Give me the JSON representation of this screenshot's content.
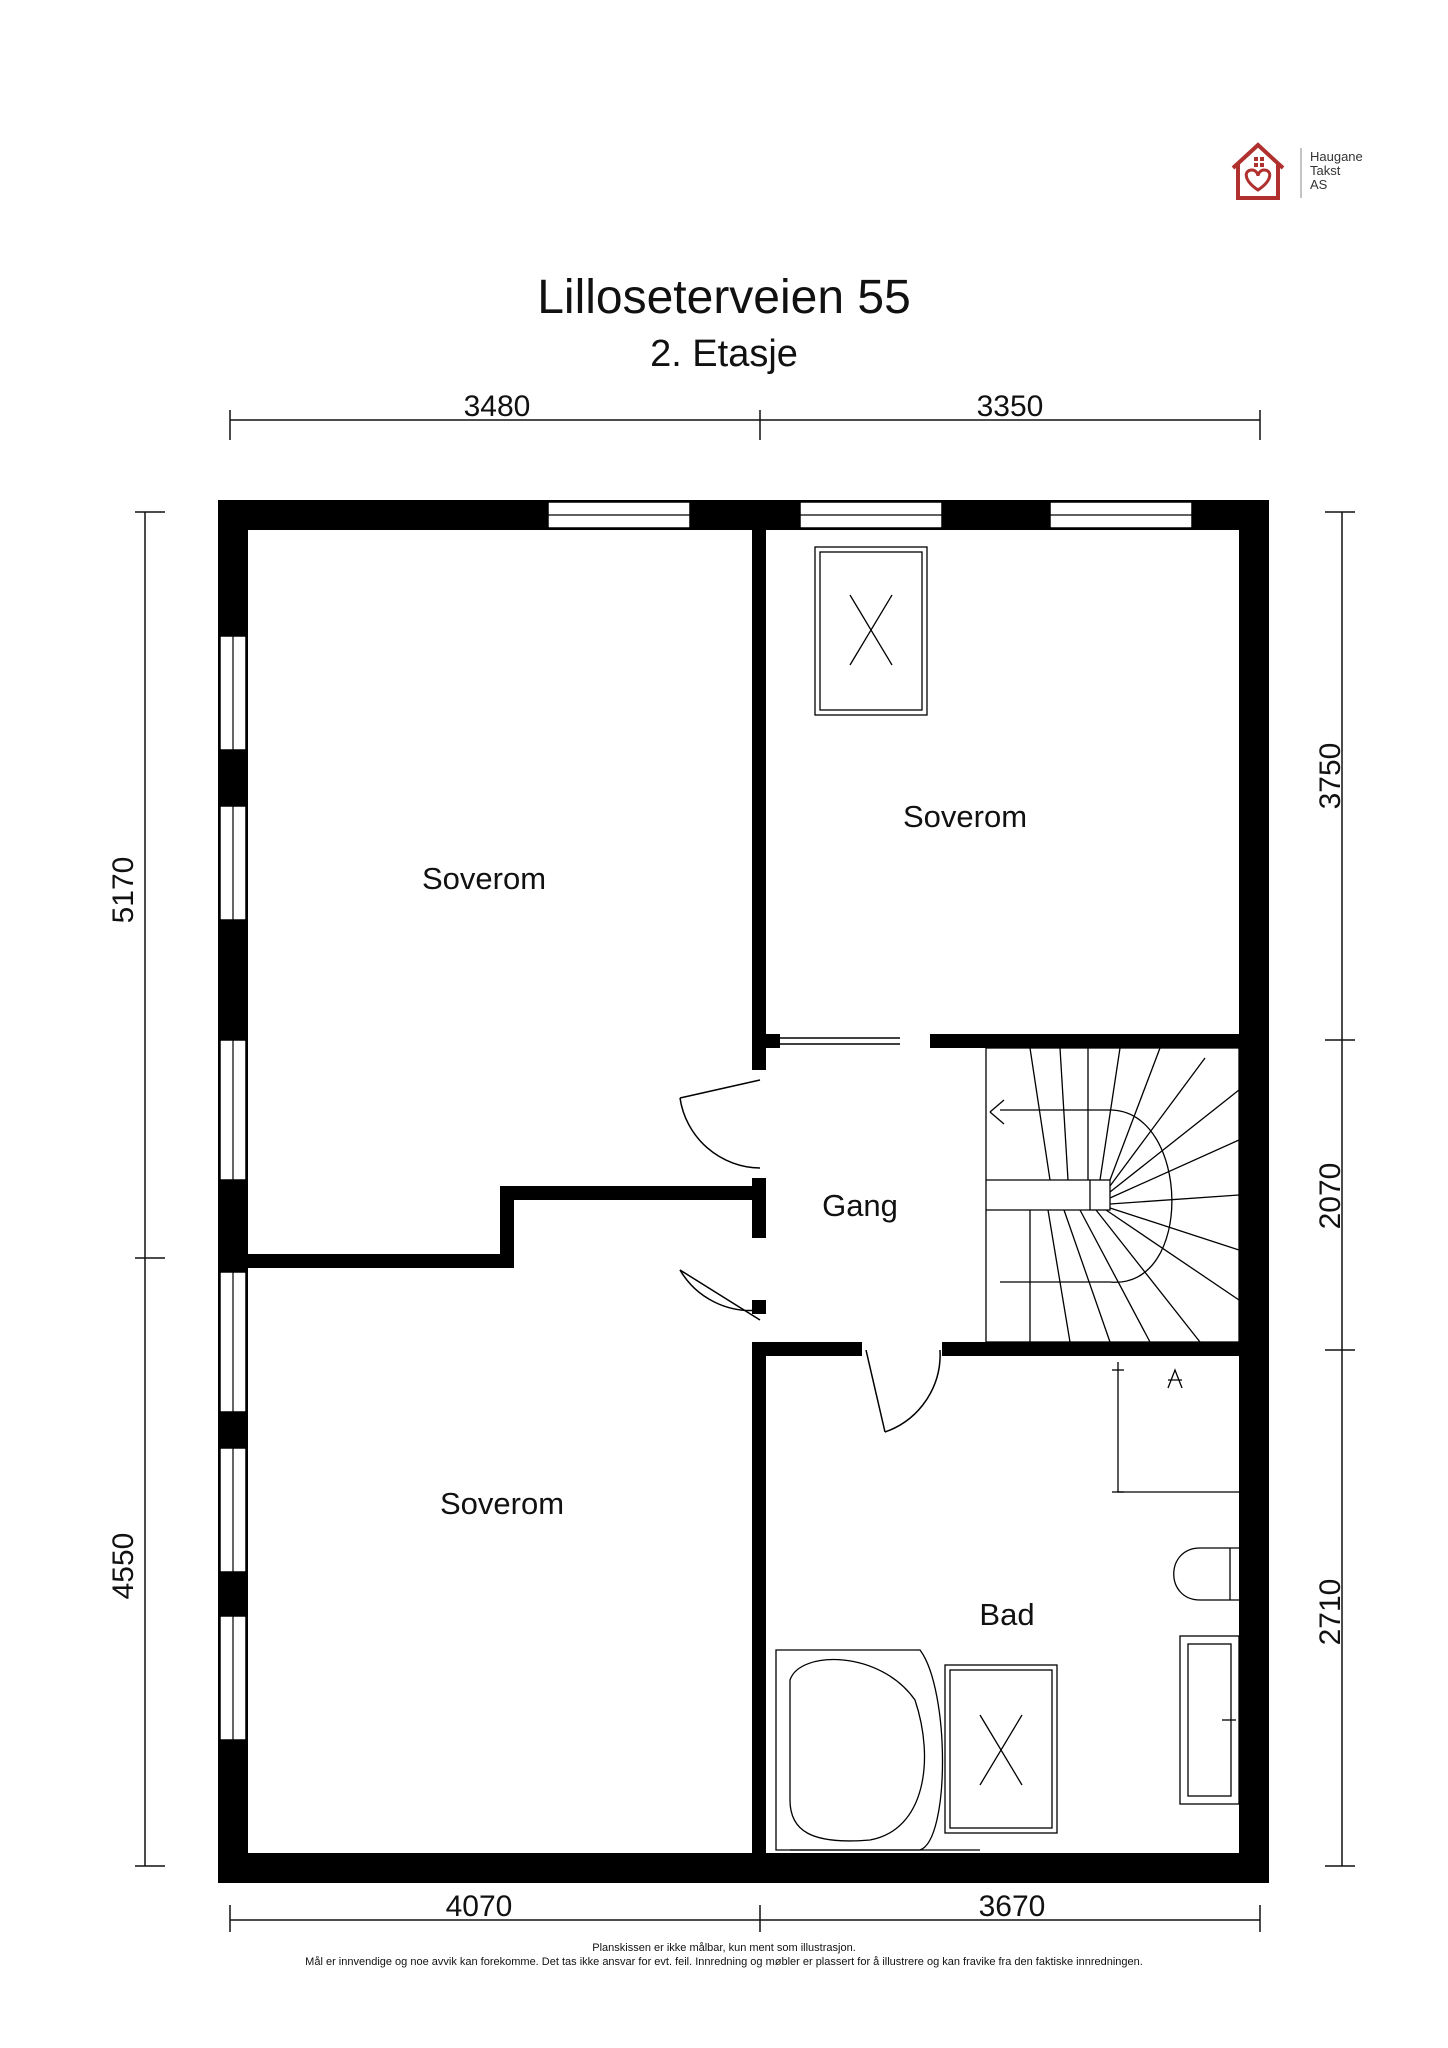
{
  "header": {
    "title": "Lilloseterveien 55",
    "subtitle": "2. Etasje"
  },
  "logo": {
    "lines": [
      "Haugane",
      "Takst",
      "AS"
    ],
    "color": "#b0302e"
  },
  "dimensions": {
    "top_left": "3480",
    "top_right": "3350",
    "bottom_left": "4070",
    "bottom_right": "3670",
    "left_upper": "5170",
    "left_lower": "4550",
    "right_upper": "3750",
    "right_middle": "2070",
    "right_lower": "2710"
  },
  "rooms": {
    "bedroom_upper_left": "Soverom",
    "bedroom_upper_right": "Soverom",
    "bedroom_lower_left": "Soverom",
    "hallway": "Gang",
    "bathroom": "Bad"
  },
  "footer": {
    "line1": "Planskissen er ikke målbar, kun ment som illustrasjon.",
    "line2": "Mål er innvendige og noe avvik kan forekomme. Det tas ikke ansvar for evt. feil. Innredning og møbler er plassert for å illustrere og kan fravike fra den faktiske innredningen."
  }
}
